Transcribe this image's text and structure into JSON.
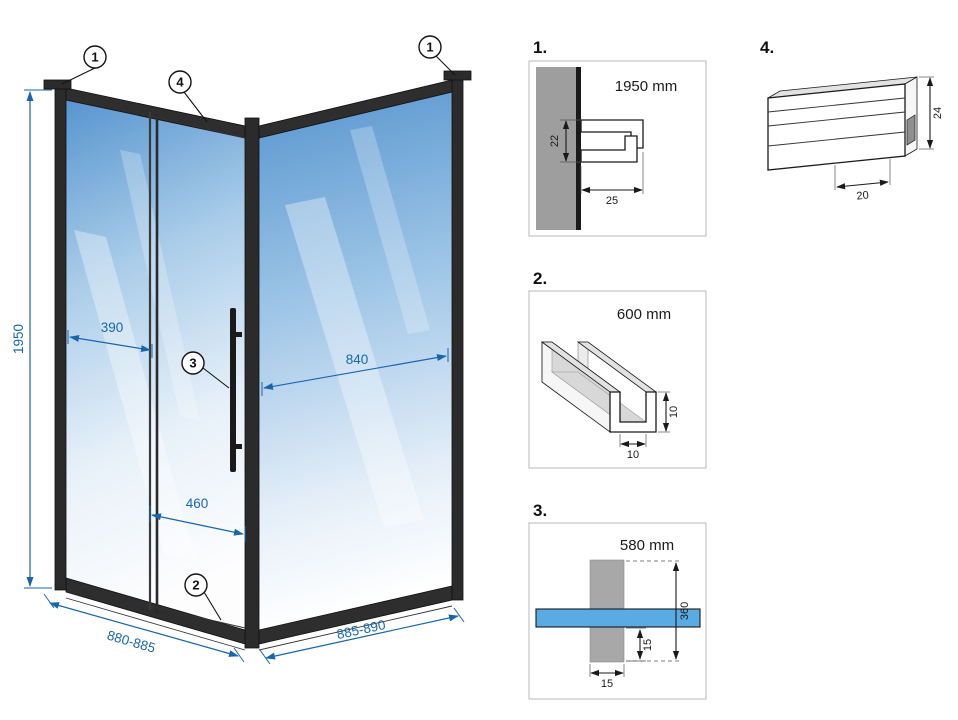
{
  "main": {
    "callouts": {
      "top_left": "1",
      "top_rail": "4",
      "top_right": "1",
      "handle": "3",
      "bottom_rail": "2"
    },
    "dims": {
      "height": "1950",
      "fixed_panel_width": "390",
      "side_panel_width": "840",
      "door_width": "460",
      "base_front": "880-885",
      "base_side": "885-890"
    }
  },
  "details": {
    "d1": {
      "label": "1.",
      "title": "1950 mm",
      "dim_height": "22",
      "dim_width": "25"
    },
    "d2": {
      "label": "2.",
      "title": "600 mm",
      "dim_height": "10",
      "dim_width": "10"
    },
    "d3": {
      "label": "3.",
      "title": "580 mm",
      "dim_inner": "15",
      "dim_width": "15",
      "dim_height": "360"
    },
    "d4": {
      "label": "4.",
      "dim_height": "24",
      "dim_width": "20"
    }
  },
  "colors": {
    "dimension_blue": "#1766ad",
    "glass_blue_top": "#5795cf",
    "frame_dark": "#2b2b2b",
    "wall_gray": "#9e9e9e",
    "glass_bar_blue": "#5aabe3"
  }
}
